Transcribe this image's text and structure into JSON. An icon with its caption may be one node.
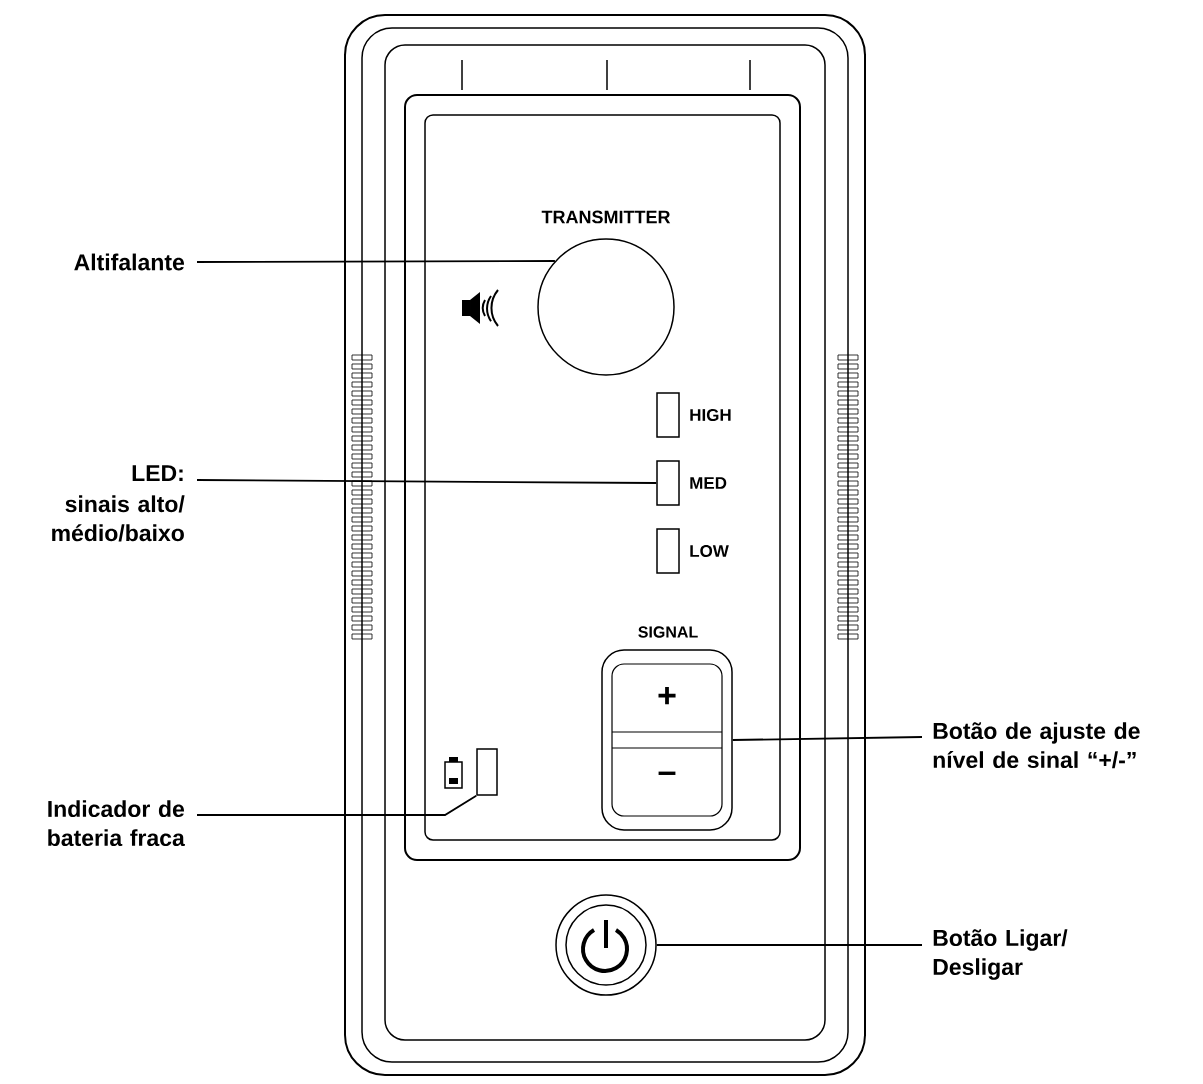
{
  "diagram": {
    "nodes": [
      {
        "text": [
          "Altifalante"
        ]
      },
      {
        "text": [],
        "shape": "circle"
      },
      {
        "text": [],
        "shape": "box"
      },
      {
        "text": [
          "LED:",
          "sinais alto/ médio/baixo"
        ]
      },
      {
        "text": [],
        "shape": "box"
      },
      {
        "text": [],
        "shape": "box"
      },
      {
        "text": [],
        "shape": "box"
      },
      {
        "text": [
          "Botão de ajuste de nível de sinal “+/-”"
        ]
      },
      {
        "text": [],
        "shape": "box"
      },
      {
        "text": [
          "Indicador de bateria fraca"
        ]
      },
      {
        "text": [],
        "shape": "circle"
      },
      {
        "text": [
          "Botão Ligar/ Desligar"
        ]
      }
    ],
    "edges": [
      {
        "from": 0,
        "to": 1,
        "arrow": "none"
      },
      {
        "from": 3,
        "to": 4,
        "arrow": "none"
      },
      {
        "from": 7,
        "to": 6,
        "arrow": "none"
      },
      {
        "from": 9,
        "to": 8,
        "arrow": "none"
      },
      {
        "from": 11,
        "to": 10,
        "arrow": "none"
      }
    ],
    "labels": [
      "TRANSMITTER",
      "HIGH",
      "MED",
      "LOW",
      "SIGNAL",
      "+",
      "–"
    ]
  }
}
